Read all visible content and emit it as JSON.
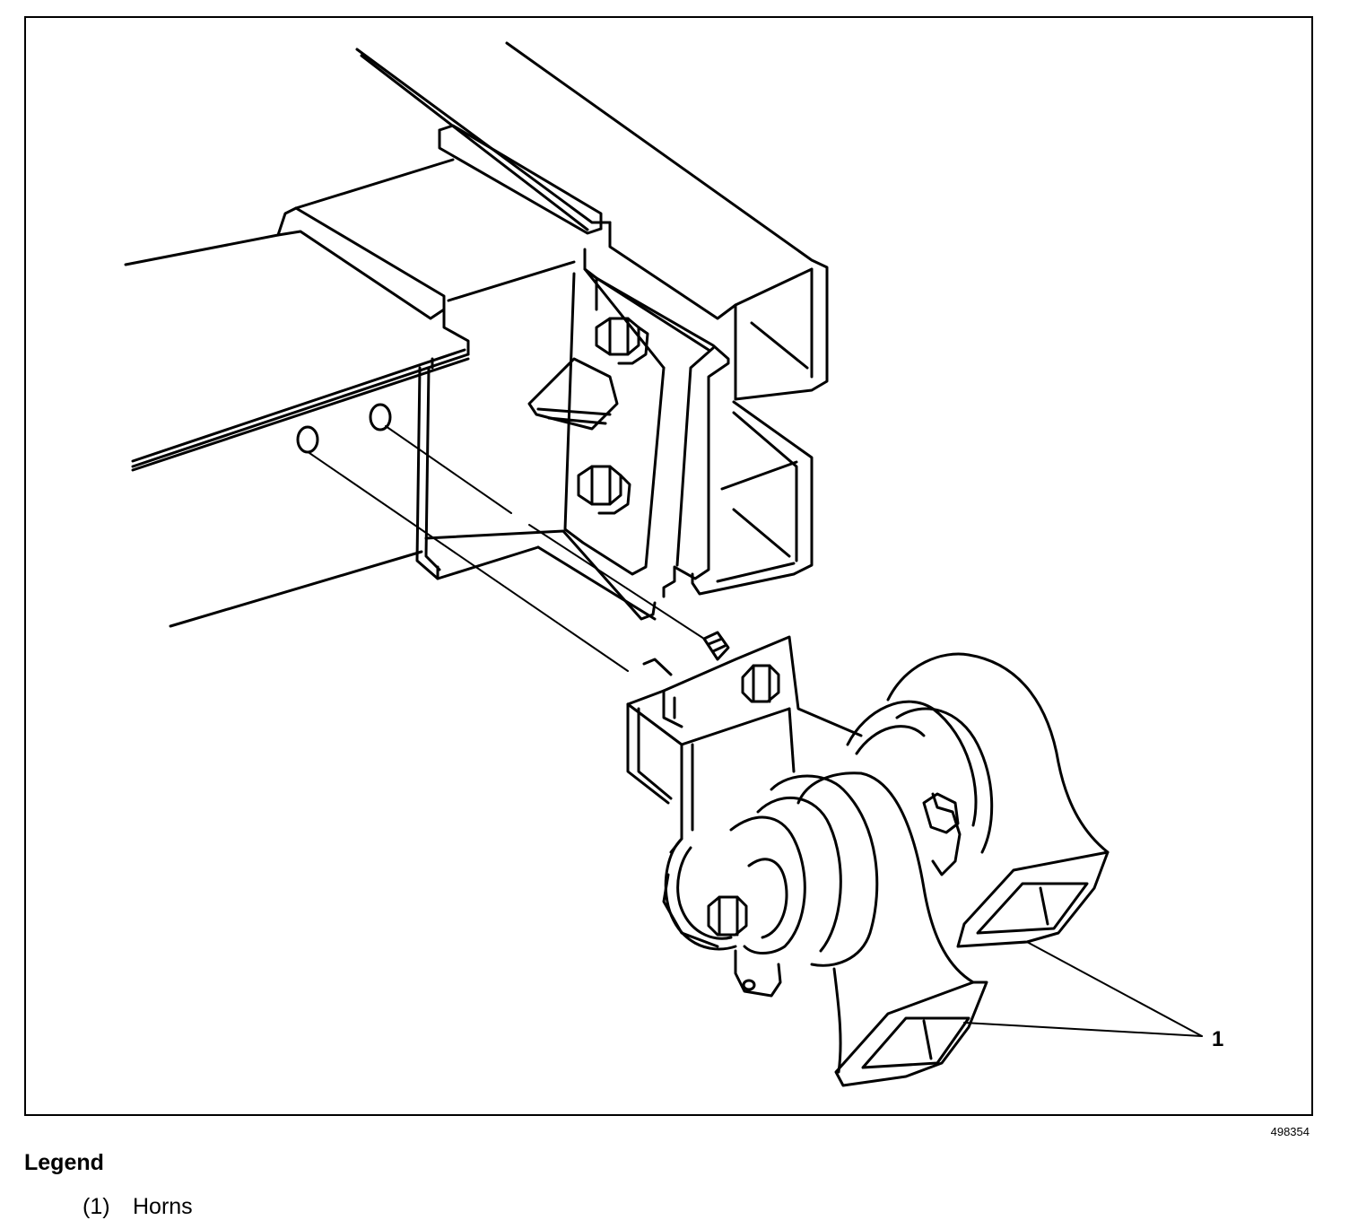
{
  "figure": {
    "number": "498354",
    "callouts": [
      {
        "label": "1"
      }
    ]
  },
  "legend": {
    "title": "Legend",
    "items": [
      {
        "number": "(1)",
        "text": "Horns"
      }
    ]
  }
}
